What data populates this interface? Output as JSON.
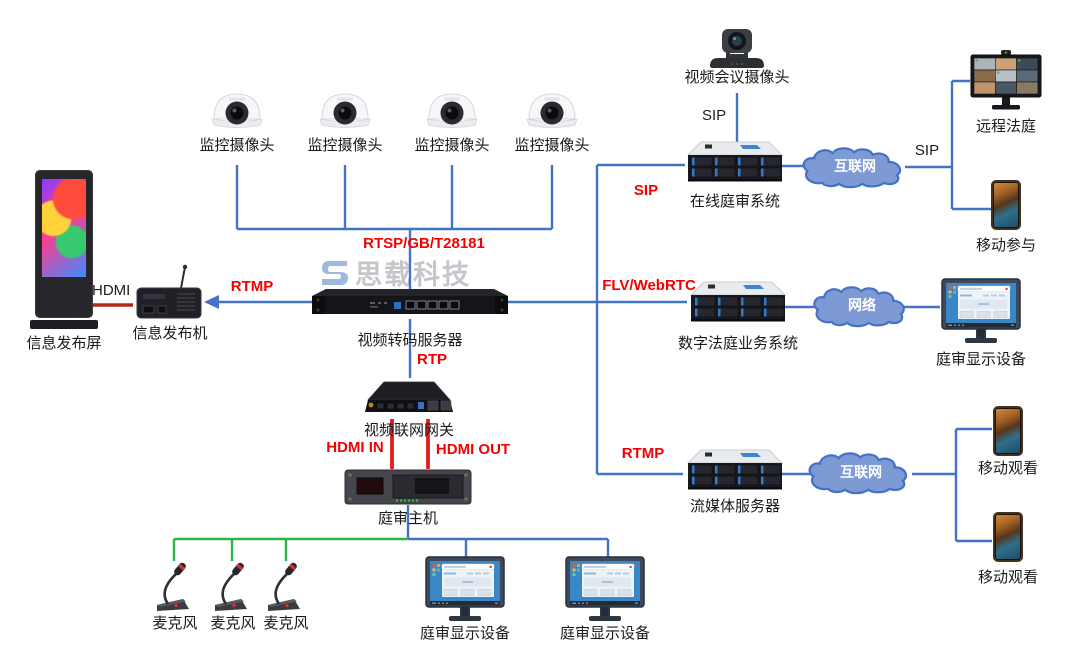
{
  "watermark": {
    "brand": "思载科技"
  },
  "devices": {
    "surveillance_cameras": [
      "监控摄像头",
      "监控摄像头",
      "监控摄像头",
      "监控摄像头"
    ],
    "conference_camera": "视频会议摄像头",
    "info_screen": "信息发布屏",
    "info_publisher": "信息发布机",
    "transcode_server": "视频转码服务器",
    "online_court_system": "在线庭审系统",
    "remote_court": "远程法庭",
    "mobile_participate": "移动参与",
    "digital_court_system": "数字法庭业务系统",
    "court_display_right": "庭审显示设备",
    "streaming_server": "流媒体服务器",
    "mobile_watch_1": "移动观看",
    "mobile_watch_2": "移动观看",
    "gateway": "视频联网网关",
    "court_host": "庭审主机",
    "microphones": [
      "麦克风",
      "麦克风",
      "麦克风"
    ],
    "court_display_bottom_1": "庭审显示设备",
    "court_display_bottom_2": "庭审显示设备"
  },
  "clouds": {
    "internet_top": "互联网",
    "network_mid": "网络",
    "internet_bottom": "互联网"
  },
  "protocols": {
    "rtsp": "RTSP/GB/T28181",
    "rtmp_left": "RTMP",
    "rtmp_right": "RTMP",
    "rtp": "RTP",
    "sip_camera": "SIP",
    "sip_trunk": "SIP",
    "sip_wan": "SIP",
    "flv": "FLV/WebRTC",
    "hdmi": "HDMI",
    "hdmi_in": "HDMI IN",
    "hdmi_out": "HDMI OUT"
  },
  "icons": {
    "dome_camera": "dome-camera-icon",
    "ptz_camera": "ptz-camera-icon",
    "signage_screen": "signage-screen-icon",
    "set_top_box": "set-top-box-icon",
    "rack_server_1u": "rack-server-1u-icon",
    "rack_server_2u": "rack-server-2u-icon",
    "gateway_box": "gateway-box-icon",
    "host_chassis": "host-chassis-icon",
    "microphone": "microphone-icon",
    "app_monitor": "app-monitor-icon",
    "video_wall_monitor": "video-wall-monitor-icon",
    "smartphone": "smartphone-icon",
    "cloud": "cloud-icon",
    "brand_logo": "brand-logo-icon"
  },
  "colors": {
    "line_blue": "#4472C4",
    "line_green": "#2cb34a",
    "line_dark_red": "#b02a1c",
    "line_bright_red": "#e01d1d",
    "label_red": "#f40000",
    "cloud_fill": "#7d9ad5",
    "cloud_stroke": "#4472C4"
  }
}
